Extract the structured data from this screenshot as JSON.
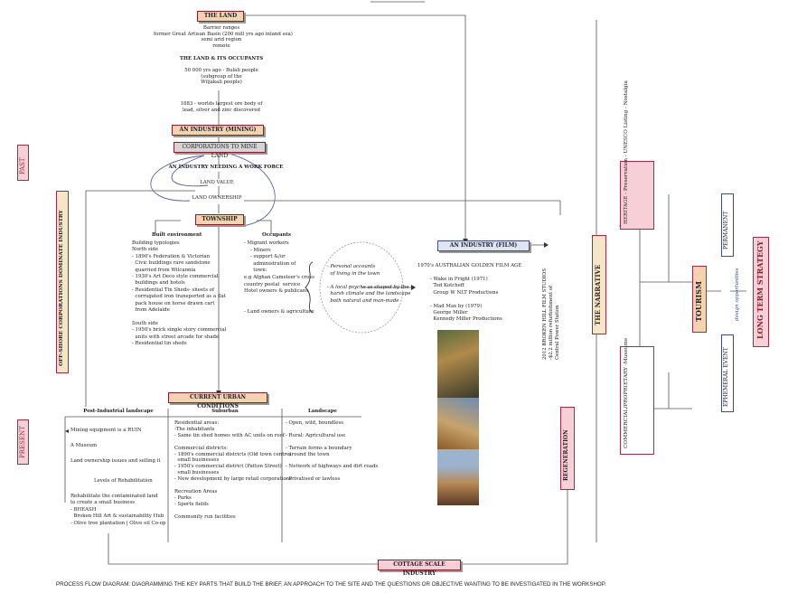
{
  "top": {
    "the_land": "THE LAND",
    "land_lines": [
      "Barrier ranges",
      "former Great Artisan Basin (200 mill yrs ago inland sea)",
      "semi arid region",
      "remote"
    ],
    "land_occupants": "THE LAND & ITS OCCUPANTS",
    "occupant_lines": [
      "50 000 yrs ago - Bulali people",
      "(subgroup of the",
      "Wiljakali people)"
    ],
    "discovery_lines": [
      "1883 - worlds largest ore body of",
      "lead, silver and zinc discovered"
    ]
  },
  "industry_mining": "AN INDUSTRY (MINING)",
  "corporations": "CORPORATIONS TO MINE LAND",
  "work_force": "AN INDUSTRY NEEDING A WORK FORCE",
  "land_value": "LAND VALUE",
  "land_ownership": "LAND OWNERSHIP",
  "township": "TOWNSHIP",
  "built_env": {
    "title": "Built environment",
    "lines": [
      "Building typologies",
      "North side",
      "- 1890's Federation & Victorian",
      "  Civic buildings rare sandstone",
      "  quarried from Wilcannia",
      "- 1930's Art Deco style commercial",
      "  buildings and hotels",
      "- Residential Tin Sheds- sheets of",
      "  corrugated iron transported as a flat",
      "  pack house on horse drawn cart",
      "  from Adelaide",
      "",
      "South side",
      "- 1950's brick single story commercial",
      "  units with street arcade for shade",
      "- Residential tin sheds"
    ]
  },
  "occupants": {
    "title": "Occupants",
    "lines": [
      "- Migrant workers",
      "    - Miners",
      "    - support &/or",
      "      administration of",
      "      town:",
      "e.g Afghan Cameleer's cross",
      "country postal  service",
      "Hotel owners & publicans",
      "",
      "",
      "- Land owners & agriculture"
    ]
  },
  "bubble_lines": [
    "- Personal accounts",
    "  of living in the town",
    "",
    "- A local psyche as shaped by the",
    "  harsh climate and the landscape",
    "  both natural and man-made"
  ],
  "industry_film": "AN INDUSTRY (FILM)",
  "film_age": "1970's AUSTRALIAN GOLDEN FILM AGE",
  "film_lines": [
    "- Wake in Fright (1971)",
    "  Ted Kotcheff",
    "  Group W NLT Productions",
    "",
    "- Mad Max by (1979)",
    "  George Miller",
    "  Kennedy Miller Productions"
  ],
  "studios_lines": [
    "2012 BROKEN HILL FILM STUDIOS",
    "-$2.2 million refurbishment of",
    "Central Power Station"
  ],
  "current_urban": "CURRENT URBAN CONDITIONS",
  "post_industrial": {
    "title": "Post-Industrial landscape",
    "items": [
      "Mining equipment is a RUIN",
      "A Museum",
      "Land ownership issues and selling it",
      "Levels of Rehabilitation"
    ],
    "rehab_lines": [
      "Rehabilitate the contaminated land",
      "to create a small business",
      "- BHEASH",
      "  Broken Hill Art & sustainability Hub",
      "- Olive tree plantation | Olive oil Co-op"
    ]
  },
  "suburban": {
    "title": "Suburban",
    "lines": [
      "Residential areas:",
      "-The inhabitants",
      "- Same tin shed homes with AC units on roof",
      "",
      "Commercial districts:",
      "- 1890's commercial districts (Old town centre)",
      "  small businesses",
      "- 1950's commercial district (Patton Street)",
      "  small businesses",
      "- New development by large retail corporations",
      "",
      "Recreation Areas",
      "- Parks",
      "- Sports fields",
      "",
      "Community run facilities"
    ]
  },
  "landscape": {
    "title": "Landscape",
    "lines": [
      "- Open, wild, boundless",
      "",
      "- Rural: Agricultural use",
      "",
      "- Terrain forms a boundary",
      "  around the town",
      "",
      "- Network of highways and dirt roads",
      "",
      "- Privatised or lawless"
    ]
  },
  "cottage": "COTTAGE SCALE INDUSTRY",
  "regeneration": "REGENERATION",
  "offshore": "OFF-SHORE CORPORATIONS DOMINATE INDUSTRY",
  "past": "PAST",
  "present": "PRESENT",
  "narrative": "THE NARRATIVE",
  "heritage_lines": [
    "HERITAGE",
    "- Preservation",
    "- UNESCO Listing",
    "- Nostalgia"
  ],
  "commercial_lines": [
    "COMMERCIAL/PROPRIETARY",
    "-Museums"
  ],
  "tourism": "TOURISM",
  "permanent": "PERMANENT",
  "ephemeral": "EPHEMERAL EVENT",
  "design_opps": "design opportunities",
  "long_term": "LONG TERM STRATEGY",
  "caption": "PROCESS FLOW DIAGRAM: DIAGRAMMING THE KEY PARTS THAT BUILD THE BRIEF, AN APPROACH TO THE SITE AND THE QUESTIONS OR OBJECTIVE WANTING TO BE INVESTIGATED IN THE WORKSHOP.",
  "colors": {
    "accent": "#8a1d2a",
    "box_fill": "#f4d3b0",
    "pink": "#f6d0d6",
    "blue": "#3a4f86"
  }
}
